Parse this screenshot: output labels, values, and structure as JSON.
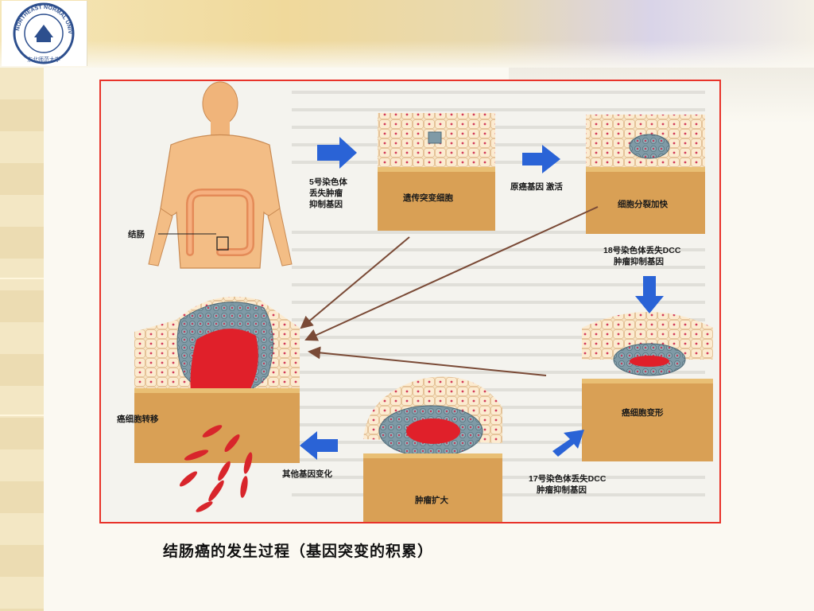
{
  "logo": {
    "text": "NORTHEAST NORMAL UNIVERSITY",
    "sub": "东北师范大学"
  },
  "caption": "结肠癌的发生过程（基因突变的积累）",
  "diagram": {
    "label_colon": "结肠",
    "label_chr5": [
      "5号染色体",
      "丢失肿瘤",
      "抑制基因"
    ],
    "label_mutant_cell": "遗传突变细胞",
    "label_oncogene": "原癌基因 激活",
    "label_proliferation": "细胞分裂加快",
    "label_chr18": [
      "18号染色体丢失DCC",
      "肿瘤抑制基因"
    ],
    "label_transform": "癌细胞变形",
    "label_chr17": [
      "17号染色体丢失DCC",
      "肿瘤抑制基因"
    ],
    "label_enlarge": "肿瘤扩大",
    "label_other": "其他基因变化",
    "label_metastasis": "癌细胞转移"
  },
  "colors": {
    "frame": "#e8332a",
    "arrow": "#2a63d6",
    "cancer": "#e0202a",
    "stroma": "#d9a055"
  }
}
